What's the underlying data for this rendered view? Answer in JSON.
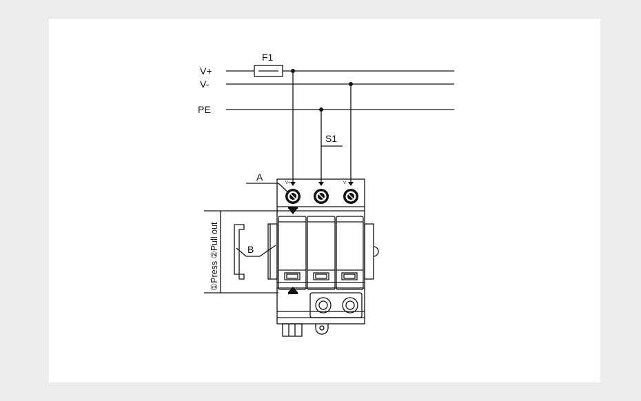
{
  "labels": {
    "vplus": "V+",
    "vminus": "V-",
    "pe": "PE",
    "fuse": "F1",
    "switch": "S1",
    "callout_a": "A",
    "callout_b": "B",
    "term_vplus": "V+",
    "term_vminus": "V-",
    "instruction": "①Press ②Pull out"
  }
}
